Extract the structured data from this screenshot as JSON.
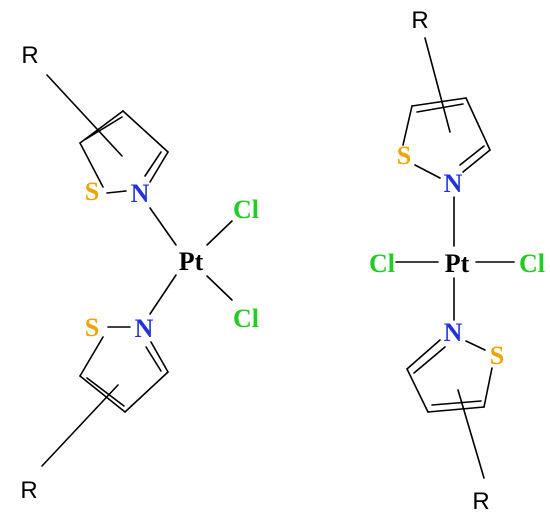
{
  "colors": {
    "sulfur": "#f0a400",
    "nitrogen": "#2233dd",
    "chlorine": "#22cc22",
    "platinum": "#000000",
    "substituent": "#000000"
  },
  "left_complex": {
    "metal": "Pt",
    "cl_top": "Cl",
    "cl_bottom": "Cl",
    "ring_top": {
      "s": "S",
      "n": "N",
      "r": "R"
    },
    "ring_bottom": {
      "s": "S",
      "n": "N",
      "r": "R"
    }
  },
  "right_complex": {
    "metal": "Pt",
    "cl_left": "Cl",
    "cl_right": "Cl",
    "ring_top": {
      "s": "S",
      "n": "N",
      "r": "R"
    },
    "ring_bottom": {
      "s": "S",
      "n": "N",
      "r": "R"
    }
  }
}
